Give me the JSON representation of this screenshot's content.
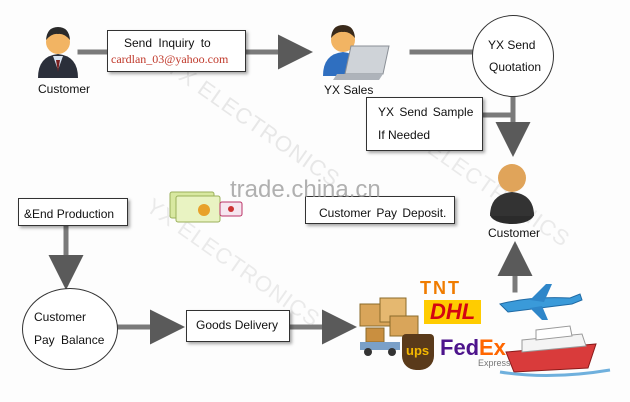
{
  "nodes": {
    "customer_top": {
      "label": "Customer"
    },
    "inquiry": {
      "line1": "Send Inquiry to",
      "email": "cardlan_03@yahoo.com"
    },
    "yx_sales": {
      "label": "YX Sales"
    },
    "quotation": {
      "line1": "YX Send",
      "line2": "Quotation"
    },
    "sample": {
      "line1": "YX Send Sample",
      "line2": "If Needed"
    },
    "customer_right": {
      "label": "Customer"
    },
    "deposit": {
      "label": "Customer Pay Deposit."
    },
    "end_production": {
      "label": "&End Production"
    },
    "balance": {
      "line1": "Customer",
      "line2": "Pay Balance"
    },
    "delivery": {
      "label": "Goods Delivery"
    }
  },
  "carriers": {
    "tnt": "TNT",
    "dhl": "DHL",
    "ups": "ups",
    "fedex_fed": "Fed",
    "fedex_ex": "Ex",
    "fedex_sub": "Express"
  },
  "watermark": {
    "text": "trade.china.cn"
  },
  "colors": {
    "line": "#777777",
    "arrow": "#5a5a5a",
    "email": "#c0392b",
    "dhl": "#d40511",
    "tnt": "#f07c00",
    "fedex_purple": "#4d148c",
    "ups_brown": "#5a3a1a"
  }
}
